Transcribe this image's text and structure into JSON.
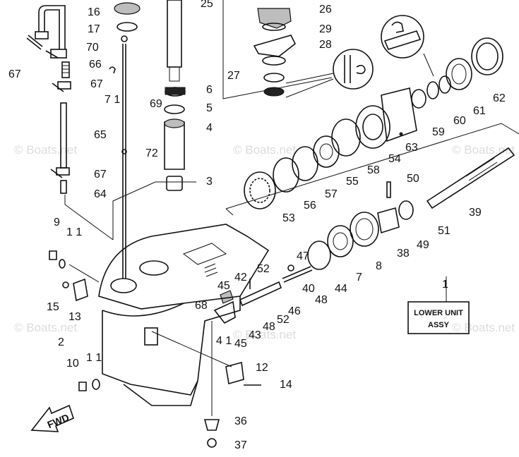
{
  "watermark": "© Boats.net",
  "assembly_box": {
    "line1": "LOWER UNIT",
    "line2": "ASSY"
  },
  "fwd_label": "FWD",
  "part_labels": [
    {
      "id": "p16",
      "text": "16"
    },
    {
      "id": "p17",
      "text": "17"
    },
    {
      "id": "p70",
      "text": "70"
    },
    {
      "id": "p67a",
      "text": "67"
    },
    {
      "id": "p66",
      "text": "66"
    },
    {
      "id": "p67b",
      "text": "67"
    },
    {
      "id": "p71",
      "text": "7 1"
    },
    {
      "id": "p69",
      "text": "69"
    },
    {
      "id": "p65",
      "text": "65"
    },
    {
      "id": "p67c",
      "text": "67"
    },
    {
      "id": "p72",
      "text": "72"
    },
    {
      "id": "p64",
      "text": "64"
    },
    {
      "id": "p25",
      "text": "25"
    },
    {
      "id": "p6",
      "text": "6"
    },
    {
      "id": "p5",
      "text": "5"
    },
    {
      "id": "p4",
      "text": "4"
    },
    {
      "id": "p3",
      "text": "3"
    },
    {
      "id": "p26",
      "text": "26"
    },
    {
      "id": "p29",
      "text": "29"
    },
    {
      "id": "p28",
      "text": "28"
    },
    {
      "id": "p27",
      "text": "27"
    },
    {
      "id": "p62",
      "text": "62"
    },
    {
      "id": "p61",
      "text": "61"
    },
    {
      "id": "p60",
      "text": "60"
    },
    {
      "id": "p59",
      "text": "59"
    },
    {
      "id": "p63",
      "text": "63"
    },
    {
      "id": "p54",
      "text": "54"
    },
    {
      "id": "p58",
      "text": "58"
    },
    {
      "id": "p55",
      "text": "55"
    },
    {
      "id": "p57",
      "text": "57"
    },
    {
      "id": "p56",
      "text": "56"
    },
    {
      "id": "p53",
      "text": "53"
    },
    {
      "id": "p50",
      "text": "50"
    },
    {
      "id": "p39",
      "text": "39"
    },
    {
      "id": "p51",
      "text": "51"
    },
    {
      "id": "p49",
      "text": "49"
    },
    {
      "id": "p38",
      "text": "38"
    },
    {
      "id": "p8",
      "text": "8"
    },
    {
      "id": "p7",
      "text": "7"
    },
    {
      "id": "p44",
      "text": "44"
    },
    {
      "id": "p47",
      "text": "47"
    },
    {
      "id": "p48a",
      "text": "48"
    },
    {
      "id": "p40",
      "text": "40"
    },
    {
      "id": "p46",
      "text": "46"
    },
    {
      "id": "p52a",
      "text": "52"
    },
    {
      "id": "p42",
      "text": "42"
    },
    {
      "id": "p45a",
      "text": "45"
    },
    {
      "id": "p68",
      "text": "68"
    },
    {
      "id": "p48b",
      "text": "48"
    },
    {
      "id": "p52b",
      "text": "52"
    },
    {
      "id": "p43",
      "text": "43"
    },
    {
      "id": "p41",
      "text": "4 1"
    },
    {
      "id": "p45b",
      "text": "45"
    },
    {
      "id": "p9",
      "text": "9"
    },
    {
      "id": "p11a",
      "text": "1 1"
    },
    {
      "id": "p15",
      "text": "15"
    },
    {
      "id": "p13",
      "text": "13"
    },
    {
      "id": "p2",
      "text": "2"
    },
    {
      "id": "p10",
      "text": "10"
    },
    {
      "id": "p11b",
      "text": "1 1"
    },
    {
      "id": "p12",
      "text": "12"
    },
    {
      "id": "p14",
      "text": "14"
    },
    {
      "id": "p36",
      "text": "36"
    },
    {
      "id": "p37",
      "text": "37"
    },
    {
      "id": "p1",
      "text": "1"
    }
  ]
}
